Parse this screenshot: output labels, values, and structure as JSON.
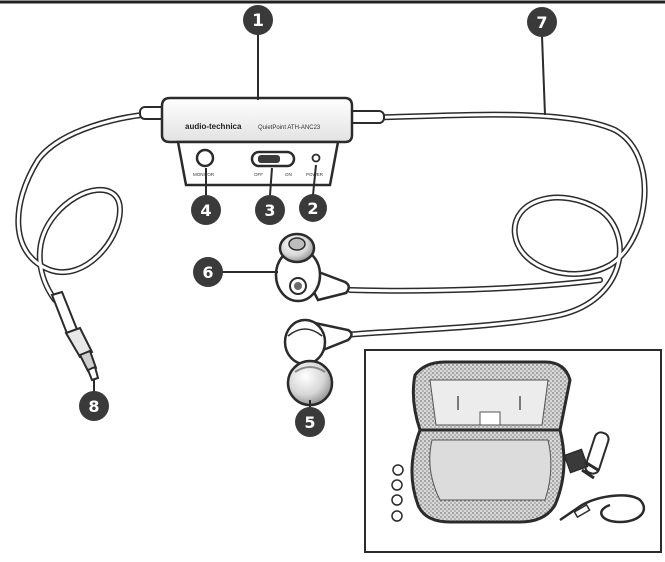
{
  "brand": "audio-technica",
  "model_text": "QuietPoint  ATH-ANC23",
  "controls": {
    "monitor_label": "MONITOR",
    "off_label": "OFF",
    "on_label": "ON",
    "power_label": "POWER"
  },
  "callouts": [
    {
      "id": "1",
      "label": "1"
    },
    {
      "id": "2",
      "label": "2"
    },
    {
      "id": "3",
      "label": "3"
    },
    {
      "id": "4",
      "label": "4"
    },
    {
      "id": "5",
      "label": "5"
    },
    {
      "id": "6",
      "label": "6"
    },
    {
      "id": "7",
      "label": "7"
    },
    {
      "id": "8",
      "label": "8"
    }
  ],
  "colors": {
    "line": "#2b2b2b",
    "callout_fill": "#3a3a3a",
    "callout_text": "#ffffff",
    "shade": "#8c8c8c"
  }
}
